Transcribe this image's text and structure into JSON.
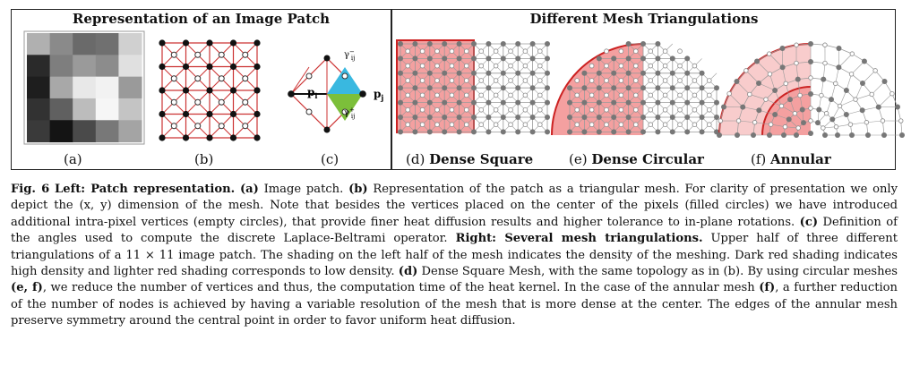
{
  "figure": {
    "left_title": "Representation of an Image Patch",
    "right_title": "Different Mesh Triangulations",
    "sublabels": [
      {
        "tag": "(a)",
        "text": ""
      },
      {
        "tag": "(b)",
        "text": ""
      },
      {
        "tag": "(c)",
        "text": ""
      },
      {
        "tag": "(d)",
        "text": "Dense Square"
      },
      {
        "tag": "(e)",
        "text": "Dense Circular"
      },
      {
        "tag": "(f)",
        "text": "Annular"
      }
    ],
    "angle_labels": {
      "p_i": "p",
      "p_i_sub": "i",
      "p_j": "p",
      "p_j_sub": "j",
      "gamma_top": "γ",
      "gamma_top_sup": "−",
      "gamma_top_sub": "ij",
      "gamma_bot": "γ",
      "gamma_bot_sup": "+",
      "gamma_bot_sub": "ij"
    },
    "patch_grays": [
      [
        "#b0b0b0",
        "#8a8a8a",
        "#6a6a6a",
        "#707070",
        "#d0d0d0"
      ],
      [
        "#2a2a2a",
        "#7e7e7e",
        "#9a9a9a",
        "#8c8c8c",
        "#e0e0e0"
      ],
      [
        "#1e1e1e",
        "#a8a8a8",
        "#e8e8e8",
        "#f2f2f2",
        "#9a9a9a"
      ],
      [
        "#323232",
        "#606060",
        "#bcbcbc",
        "#f6f6f6",
        "#c4c4c4"
      ],
      [
        "#3a3a3a",
        "#141414",
        "#4a4a4a",
        "#787878",
        "#a4a4a4"
      ]
    ],
    "colors": {
      "mesh_red": "#cc3333",
      "shade_dark": "#f4a0a0",
      "shade_light": "#f8cccc",
      "cyan": "#39b8e0",
      "green": "#7cbf3a"
    }
  },
  "caption": {
    "fig_label": "Fig. 6",
    "left_heading": "Left: Patch representation.",
    "a_tag": "(a)",
    "a_text": "Image patch.",
    "b_tag": "(b)",
    "b_text": "Representation of the patch as a triangular mesh. For clarity of presentation we only depict the (x, y) dimension of the mesh. Note that besides the vertices placed on the center of the pixels (filled circles) we have introduced additional intra-pixel vertices (empty circles), that provide finer heat diffusion results and higher tolerance to in-plane rotations.",
    "c_tag": "(c)",
    "c_text": "Definition of the angles used to compute the discrete Laplace-Beltrami operator.",
    "right_heading": "Right: Several mesh triangulations.",
    "right_text": "Upper half of three different triangulations of a 11 × 11 image patch. The shading on the left half of the mesh indicates the density of the meshing. Dark red shading indicates high density and lighter red shading corresponds to low density.",
    "d_tag": "(d)",
    "d_text": "Dense Square Mesh, with the same topology as in (b). By using circular meshes",
    "ef_tag": "(e, f)",
    "ef_text": ", we reduce the number of vertices and thus, the computation time of the heat kernel. In the case of the annular mesh",
    "f_tag": "(f)",
    "f_text": ", a further reduction of the number of nodes is achieved by having a variable resolution of the mesh that is more dense at the center. The edges of the annular mesh preserve symmetry around the central point in order to favor uniform heat diffusion."
  }
}
